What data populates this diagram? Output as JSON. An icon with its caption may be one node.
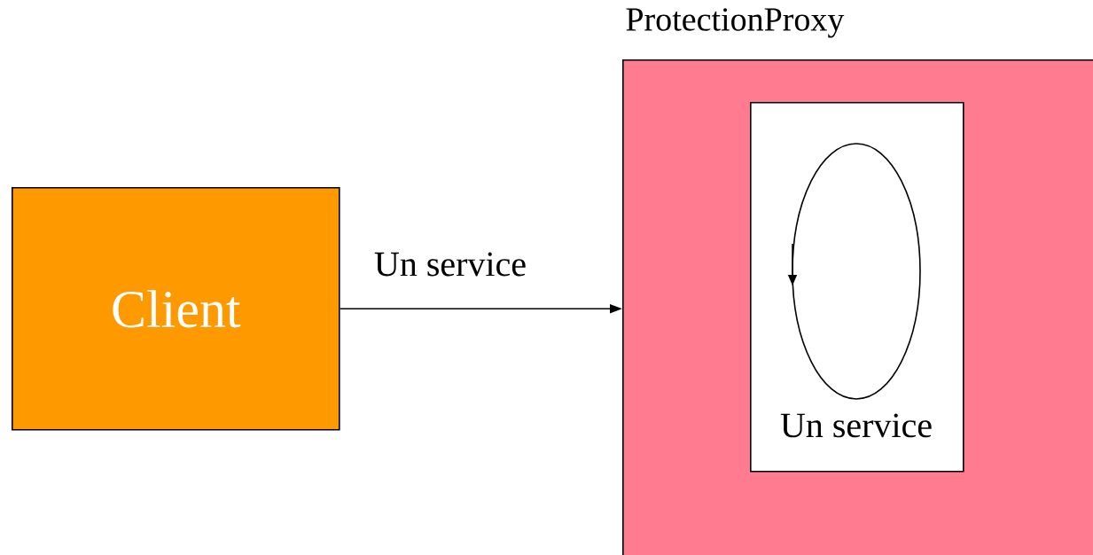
{
  "diagram": {
    "nodes": [
      {
        "text": [
          "Client"
        ]
      },
      {
        "text": [
          "ProtectionProxy"
        ]
      },
      {
        "text": [
          "Un service"
        ],
        "in": 1
      }
    ],
    "edges": [
      {
        "from": 0,
        "to": 1,
        "arrow": "to",
        "label": "Un service"
      }
    ]
  }
}
